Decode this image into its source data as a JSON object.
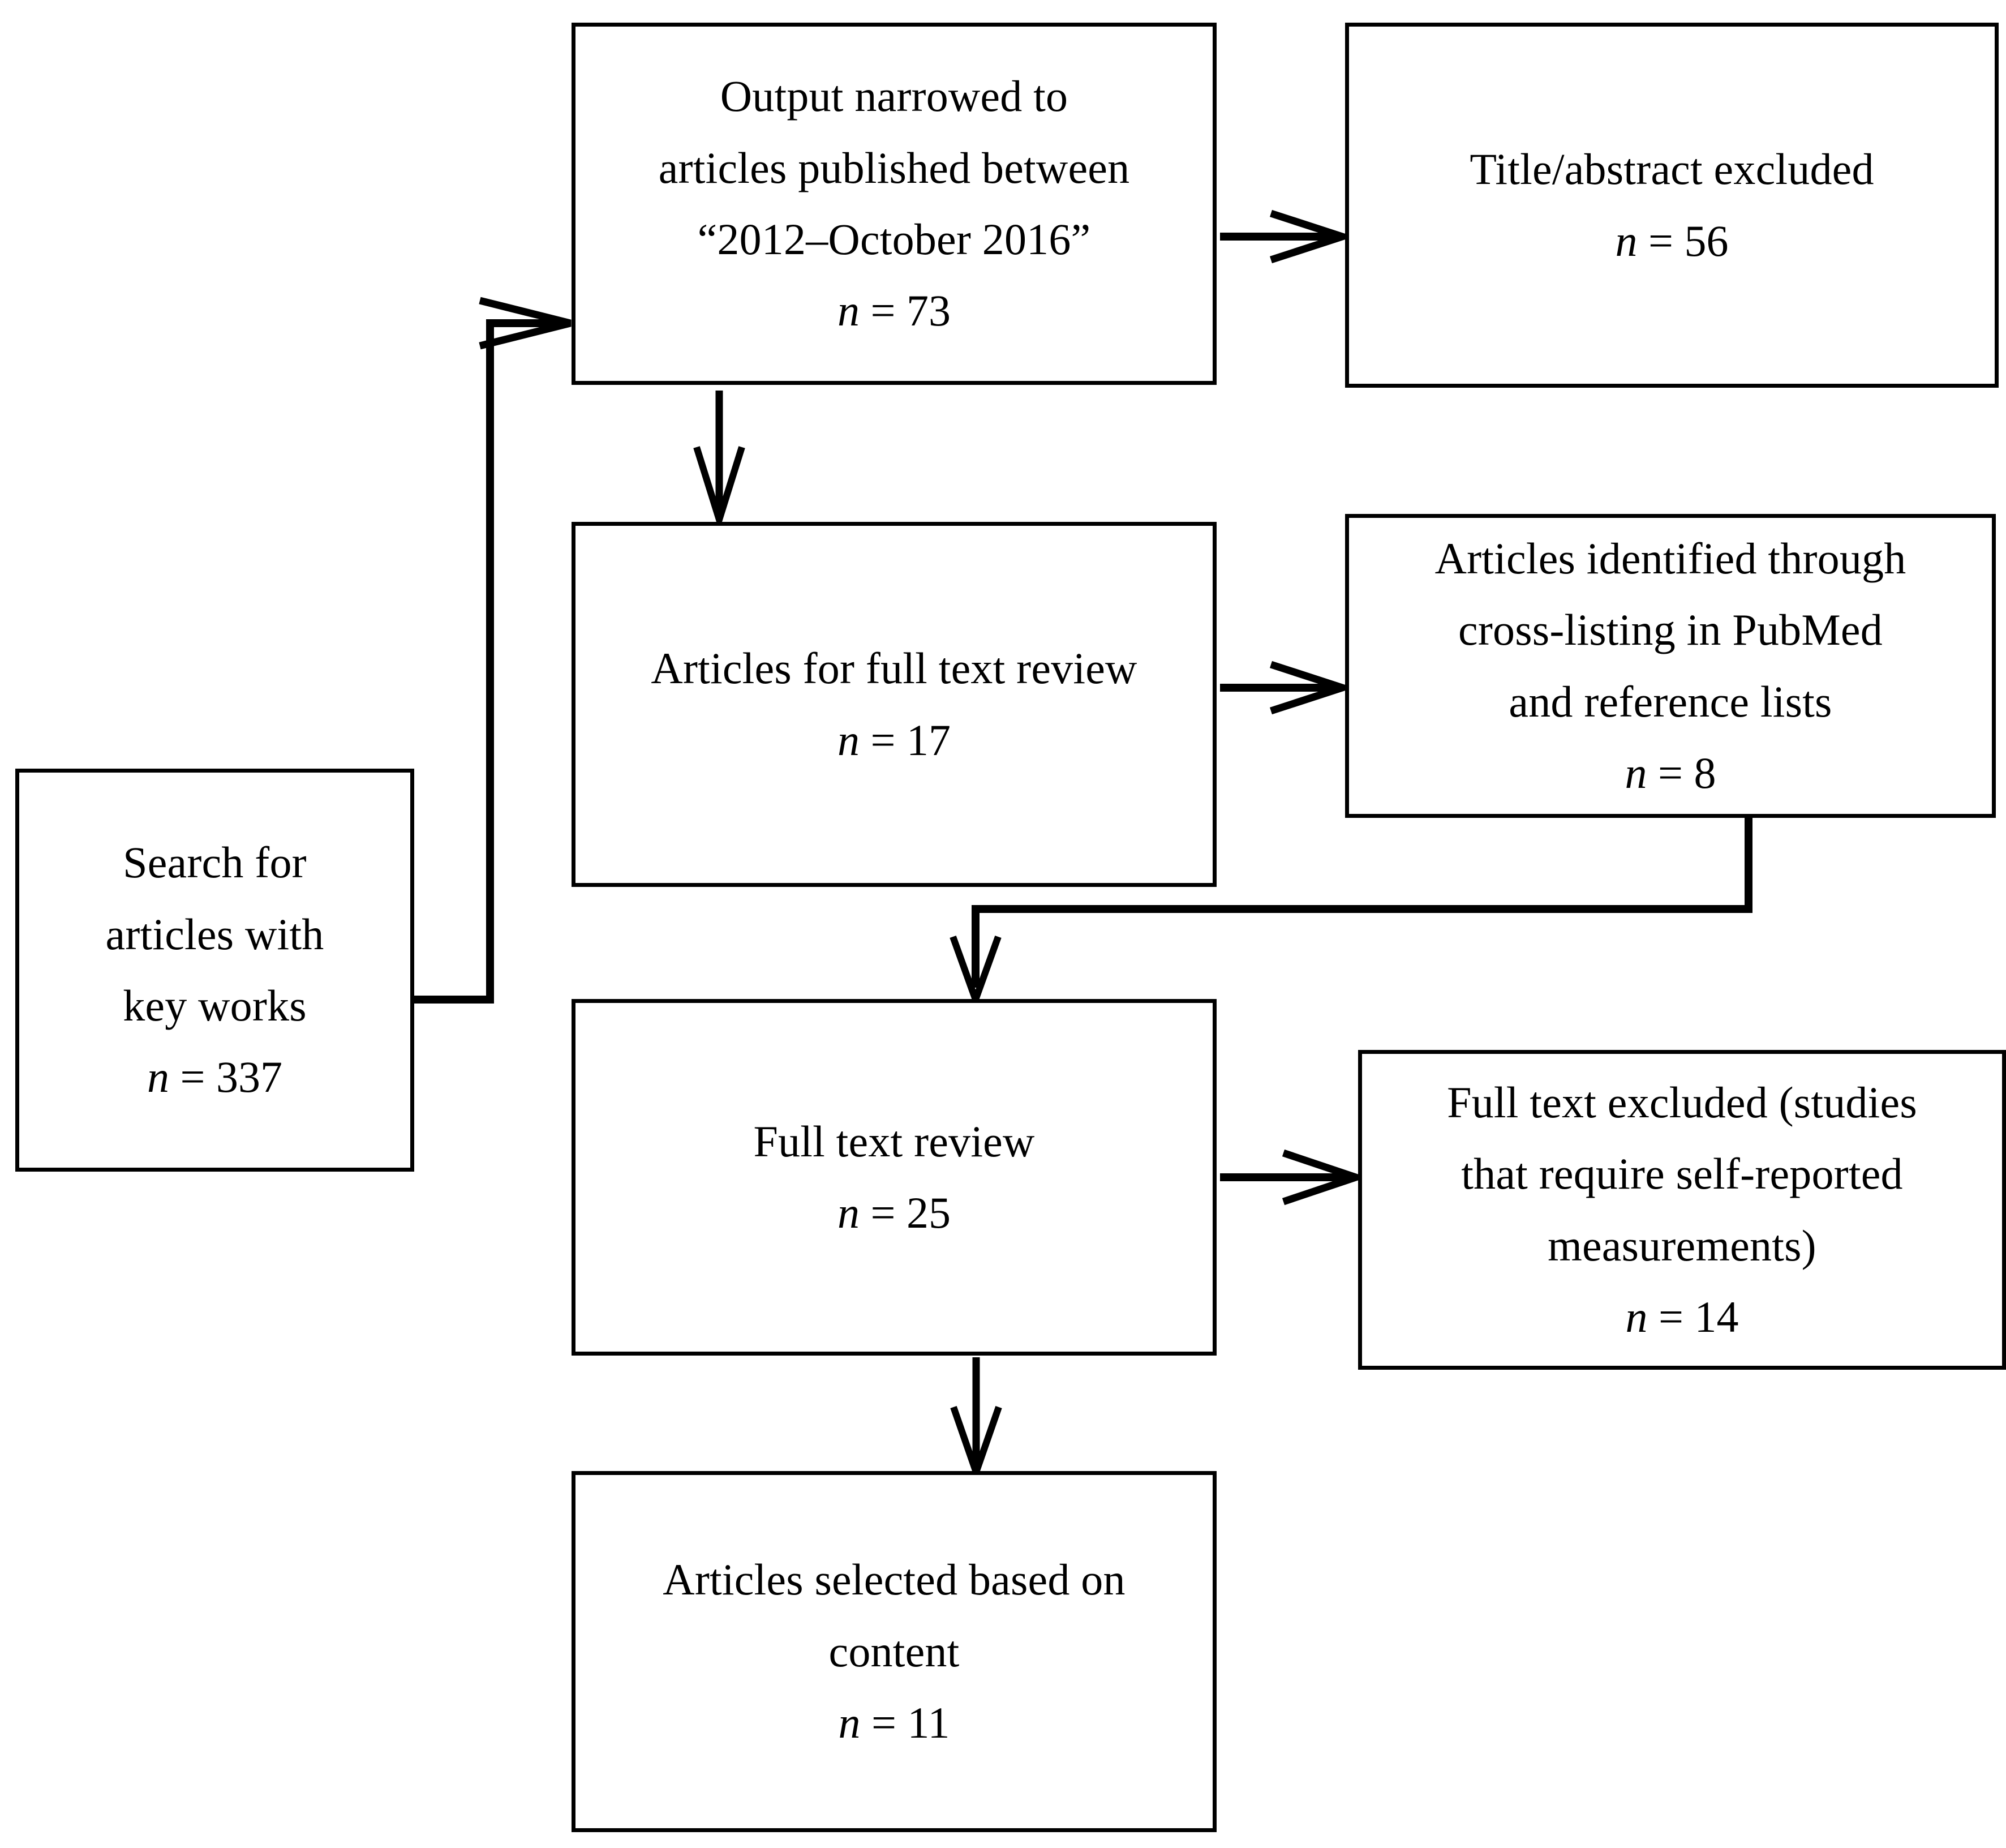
{
  "diagram": {
    "title": "PRISMA-style article selection flow diagram",
    "type": "flowchart",
    "line_color": "#000000",
    "box_fill": "#ffffff",
    "text_color": "#000000",
    "nodes": {
      "search": {
        "lines": [
          "Search for",
          "articles with",
          "key works"
        ],
        "count_label": "n",
        "count_eq": " = ",
        "count_value": "337"
      },
      "narrowed": {
        "lines": [
          "Output narrowed to",
          "articles published between",
          "“2012–October 2016”"
        ],
        "count_label": "n",
        "count_eq": " = ",
        "count_value": "73"
      },
      "title_abstract_excluded": {
        "lines": [
          "Title/abstract excluded"
        ],
        "count_label": "n",
        "count_eq": " = ",
        "count_value": "56"
      },
      "articles_for_full_text_review": {
        "lines": [
          "Articles for full text review"
        ],
        "count_label": "n",
        "count_eq": " = ",
        "count_value": "17"
      },
      "cross_listing": {
        "lines": [
          "Articles identified through",
          "cross-listing in PubMed",
          "and reference lists"
        ],
        "count_label": "n",
        "count_eq": " = ",
        "count_value": "8"
      },
      "full_text_review": {
        "lines": [
          "Full text review"
        ],
        "count_label": "n",
        "count_eq": " = ",
        "count_value": "25"
      },
      "full_text_excluded": {
        "lines": [
          "Full text excluded (studies",
          "that require self-reported",
          "measurements)"
        ],
        "count_label": "n",
        "count_eq": " = ",
        "count_value": "14"
      },
      "articles_selected": {
        "lines": [
          "Articles selected based on",
          "content"
        ],
        "count_label": "n",
        "count_eq": " = ",
        "count_value": "11"
      }
    },
    "edges": [
      {
        "name": "search-to-narrowed",
        "from": "search",
        "to": "narrowed",
        "style": "elbow-right-up-right"
      },
      {
        "name": "narrowed-to-title-abstract",
        "from": "narrowed",
        "to": "title_abstract_excluded",
        "style": "straight-right"
      },
      {
        "name": "narrowed-to-full-text-review-list",
        "from": "narrowed",
        "to": "articles_for_full_text_review",
        "style": "straight-down"
      },
      {
        "name": "full-text-list-to-cross-listing",
        "from": "articles_for_full_text_review",
        "to": "cross_listing",
        "style": "straight-right"
      },
      {
        "name": "cross-listing-to-full-text-review",
        "from": "cross_listing",
        "to": "full_text_review",
        "style": "elbow-down-left-down"
      },
      {
        "name": "full-text-review-to-excluded",
        "from": "full_text_review",
        "to": "full_text_excluded",
        "style": "straight-right"
      },
      {
        "name": "full-text-review-to-selected",
        "from": "full_text_review",
        "to": "articles_selected",
        "style": "straight-down"
      }
    ]
  }
}
